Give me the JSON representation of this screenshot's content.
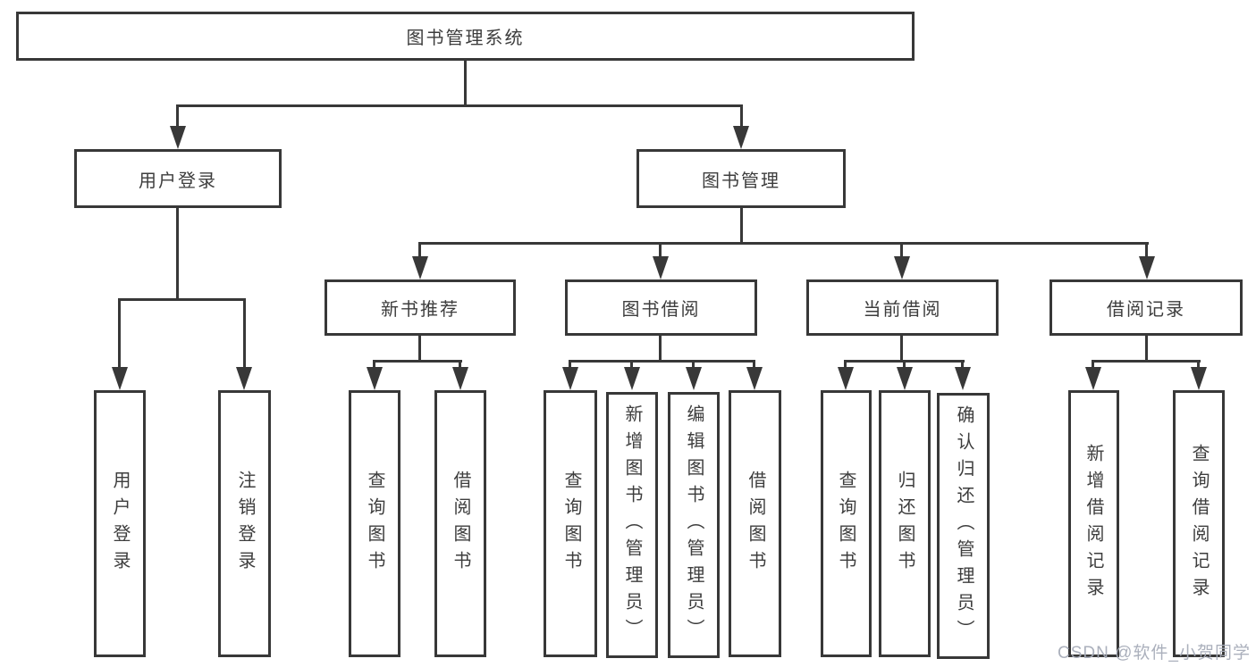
{
  "title": {
    "label": "图书管理系统"
  },
  "branches": {
    "userLogin": {
      "label": "用户登录",
      "children": [
        {
          "label": "用户登录"
        },
        {
          "label": "注销登录"
        }
      ]
    },
    "bookMgmt": {
      "label": "图书管理",
      "sections": {
        "newBooks": {
          "label": "新书推荐",
          "children": [
            {
              "label": "查询图书"
            },
            {
              "label": "借阅图书"
            }
          ]
        },
        "bookBorrow": {
          "label": "图书借阅",
          "children": [
            {
              "label": "查询图书"
            },
            {
              "label": "新增图书（管理员）"
            },
            {
              "label": "编辑图书（管理员）"
            },
            {
              "label": "借阅图书"
            }
          ]
        },
        "currentBorrow": {
          "label": "当前借阅",
          "children": [
            {
              "label": "查询图书"
            },
            {
              "label": "归还图书"
            },
            {
              "label": "确认归还（管理员）"
            }
          ]
        },
        "borrowRecords": {
          "label": "借阅记录",
          "children": [
            {
              "label": "新增借阅记录"
            },
            {
              "label": "查询借阅记录"
            }
          ]
        }
      }
    }
  },
  "watermark": {
    "label": "CSDN @软件_小贺同学"
  },
  "colors": {
    "line": "#383838",
    "text": "#3d3d3d",
    "watermark": "#a6acb8",
    "background": "#ffffff"
  }
}
